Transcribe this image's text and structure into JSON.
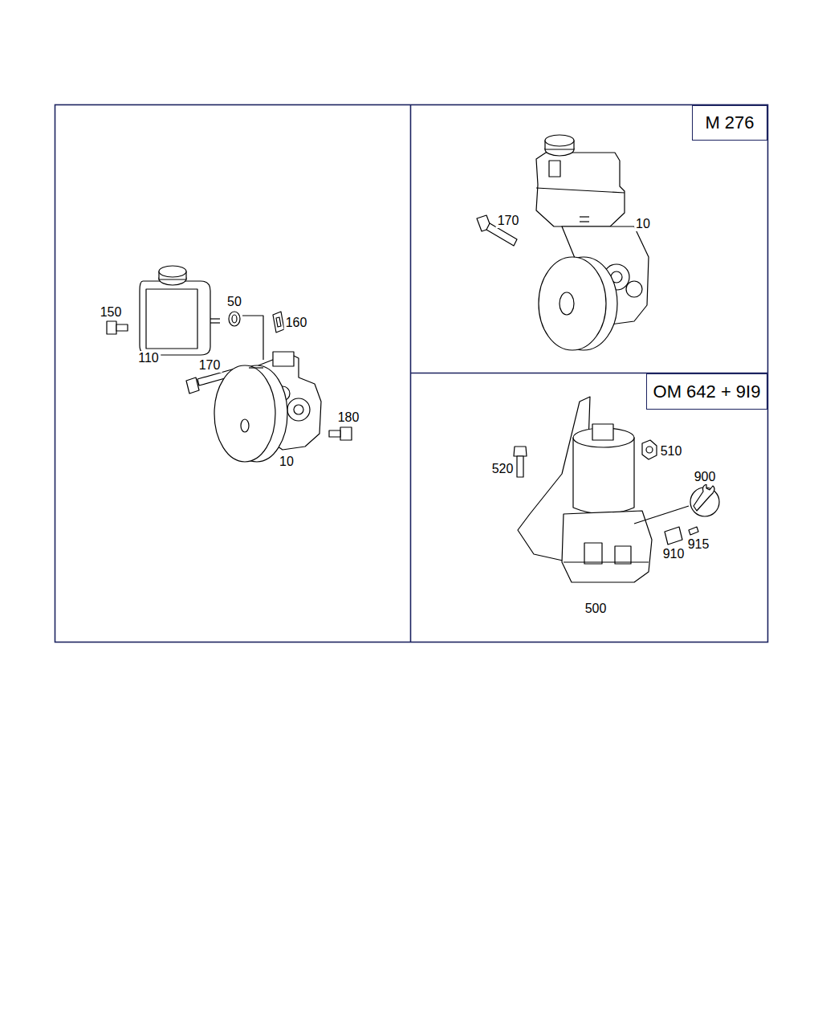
{
  "diagram": {
    "nodes": [
      {
        "text": [
          "M 276"
        ]
      },
      {
        "text": [
          "OM 642 + 9I9"
        ]
      }
    ],
    "labels": [
      "150",
      "50",
      "160",
      "110",
      "170",
      "180",
      "10",
      "170",
      "10",
      "520",
      "510",
      "900",
      "910",
      "915",
      "500"
    ]
  }
}
